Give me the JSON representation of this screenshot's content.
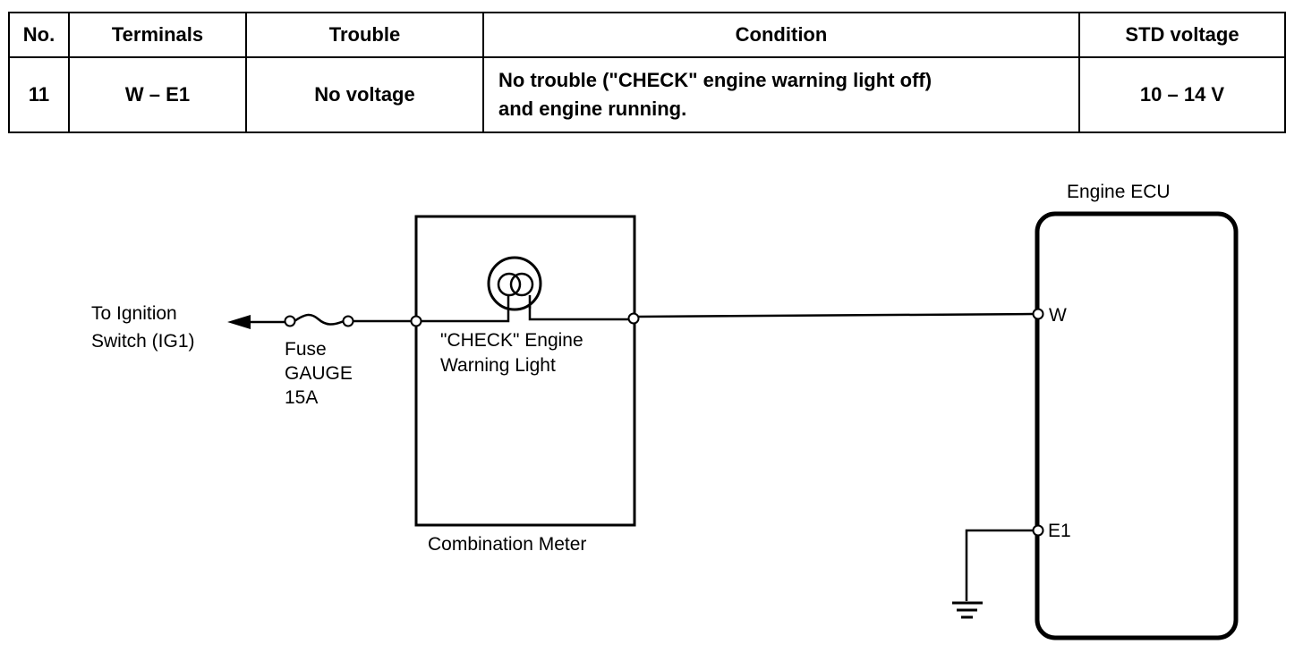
{
  "table": {
    "headers": {
      "no": "No.",
      "terminals": "Terminals",
      "trouble": "Trouble",
      "condition": "Condition",
      "std_voltage": "STD voltage"
    },
    "rows": [
      {
        "no": "11",
        "terminals": "W – E1",
        "trouble": "No voltage",
        "condition_line1": "No trouble (\"CHECK\" engine warning light off)",
        "condition_line2": "and engine running.",
        "std_voltage": "10 – 14 V"
      }
    ]
  },
  "diagram": {
    "ignition_label_line1": "To Ignition",
    "ignition_label_line2": "Switch (IG1)",
    "fuse_label_line1": "Fuse",
    "fuse_label_line2": "GAUGE",
    "fuse_label_line3": "15A",
    "light_label_line1": "\"CHECK\" Engine",
    "light_label_line2": "Warning Light",
    "meter_label": "Combination Meter",
    "ecu_label": "Engine ECU",
    "terminal_w": "W",
    "terminal_e1": "E1"
  }
}
